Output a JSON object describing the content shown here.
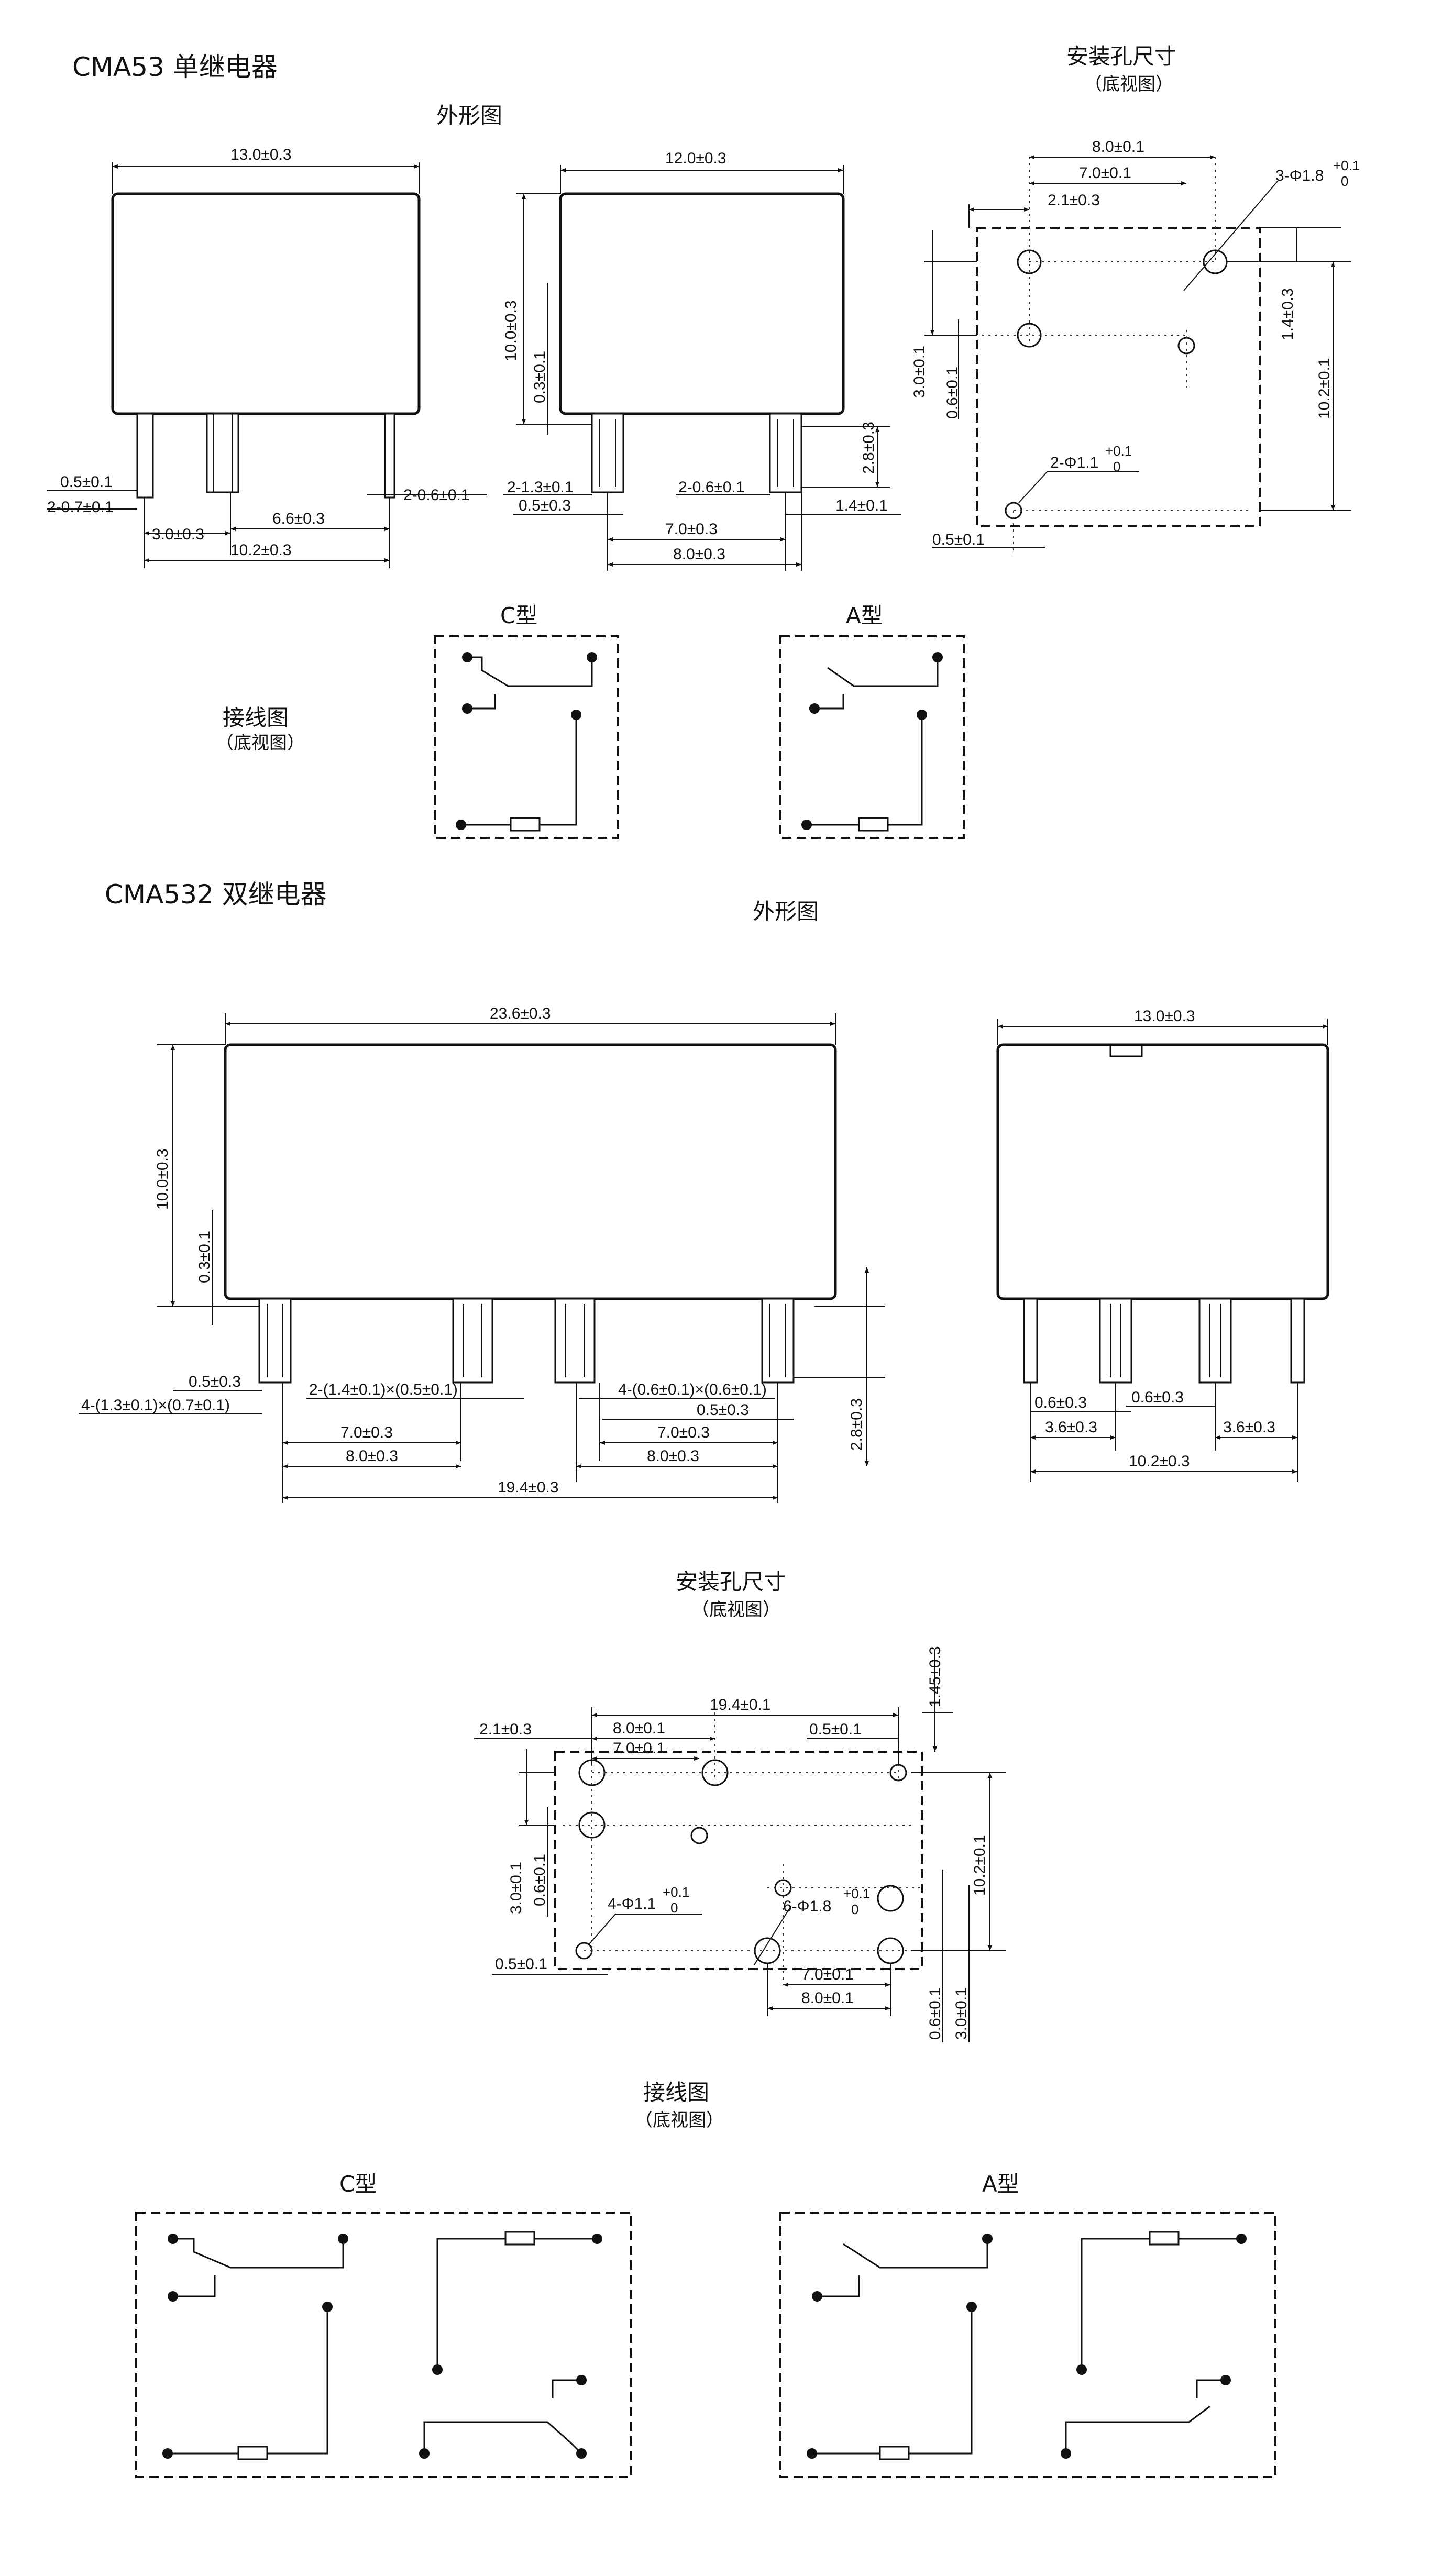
{
  "section1": {
    "title": "CMA53 单继电器",
    "outline_title": "外形图",
    "mount_title": "安装孔尺寸",
    "mount_sub": "（底视图）",
    "wiring_title": "接线图",
    "wiring_sub": "（底视图）",
    "type_c": "C型",
    "type_a": "A型",
    "front_dims": {
      "top": "13.0±0.3",
      "d1": "0.5±0.1",
      "d2": "2-0.7±0.1",
      "d3": "3.0±0.3",
      "d4": "6.6±0.3",
      "d5": "2-0.6±0.1",
      "d6": "10.2±0.3"
    },
    "side_dims": {
      "top": "12.0±0.3",
      "h": "10.0±0.3",
      "h2": "0.3±0.1",
      "d1": "2-1.3±0.1",
      "d2": "0.5±0.3",
      "d3": "2-0.6±0.1",
      "d4": "2.8±0.3",
      "d5": "1.4±0.1",
      "d6": "7.0±0.3",
      "d7": "8.0±0.3"
    },
    "mount_dims": {
      "a": "8.0±0.1",
      "b": "7.0±0.1",
      "c": "2.1±0.3",
      "hole3": "3-Φ1.8",
      "hole3_tol_top": "+0.1",
      "hole3_tol_bot": "0",
      "v1": "3.0±0.1",
      "v2": "0.6±0.1",
      "v3": "1.4±0.3",
      "v4": "10.2±0.1",
      "hole2": "2-Φ1.1",
      "hole2_tol_top": "+0.1",
      "hole2_tol_bot": "0",
      "e": "0.5±0.1"
    }
  },
  "section2": {
    "title": "CMA532 双继电器",
    "outline_title": "外形图",
    "mount_title": "安装孔尺寸",
    "mount_sub": "（底视图）",
    "wiring_title": "接线图",
    "wiring_sub": "（底视图）",
    "type_c": "C型",
    "type_a": "A型",
    "front_dims": {
      "top": "23.6±0.3",
      "h": "10.0±0.3",
      "h2": "0.3±0.1",
      "d1": "0.5±0.3",
      "d2": "4-(1.3±0.1)×(0.7±0.1)",
      "d3": "2-(1.4±0.1)×(0.5±0.1)",
      "d4": "4-(0.6±0.1)×(0.6±0.1)",
      "d5": "0.5±0.3",
      "d6": "7.0±0.3",
      "d7": "7.0±0.3",
      "d8": "8.0±0.3",
      "d9": "8.0±0.3",
      "d10": "19.4±0.3",
      "d11": "2.8±0.3"
    },
    "side_dims": {
      "top": "13.0±0.3",
      "d1": "0.6±0.3",
      "d2": "0.6±0.3",
      "d3": "3.6±0.3",
      "d4": "3.6±0.3",
      "d5": "10.2±0.3"
    },
    "mount_dims": {
      "a": "19.4±0.1",
      "b": "8.0±0.1",
      "c": "7.0±0.1",
      "d": "2.1±0.3",
      "e": "0.5±0.1",
      "f": "1.45±0.3",
      "g": "10.2±0.1",
      "h": "3.0±0.1",
      "i": "0.6±0.1",
      "hole4": "4-Φ1.1",
      "hole4_tol_top": "+0.1",
      "hole4_tol_bot": "0",
      "hole6": "6-Φ1.8",
      "hole6_tol_top": "+0.1",
      "hole6_tol_bot": "0",
      "j": "0.5±0.1",
      "k": "7.0±0.1",
      "l": "8.0±0.1",
      "m": "0.6±0.1",
      "n": "3.0±0.1"
    }
  }
}
